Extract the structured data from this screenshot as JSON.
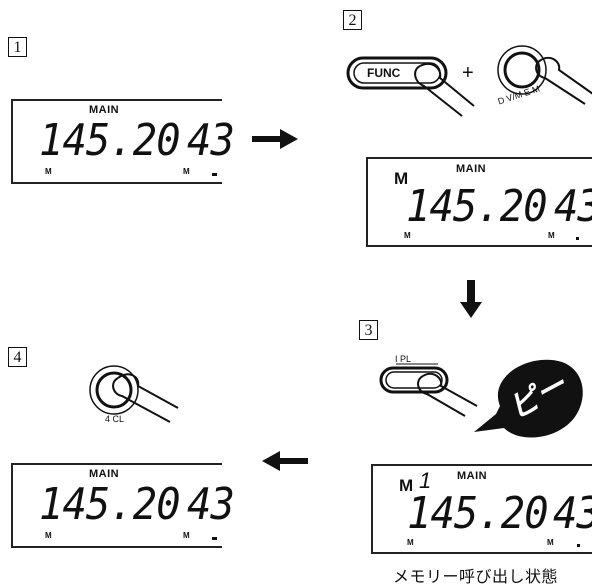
{
  "steps": {
    "s1": "1",
    "s2": "2",
    "s3": "3",
    "s4": "4"
  },
  "lcd": {
    "main_label": "MAIN",
    "frequency": "145.20",
    "channel": "43",
    "m_small": "M",
    "m_large": "M",
    "memory_channel": "1"
  },
  "buttons": {
    "func_label": "FUNC",
    "dvmem_label": "D V/M E M",
    "plus_sign": "+",
    "pl_label": "I PL",
    "cl_label": "4 CL"
  },
  "beep_text": "ピー",
  "caption": "メモリー呼び出し状態",
  "icons": {
    "arrow_right": "arrow-right-icon",
    "arrow_down": "arrow-down-icon",
    "arrow_left": "arrow-left-icon",
    "finger": "pressing-finger-icon",
    "speech_bubble": "beep-bubble-icon"
  }
}
